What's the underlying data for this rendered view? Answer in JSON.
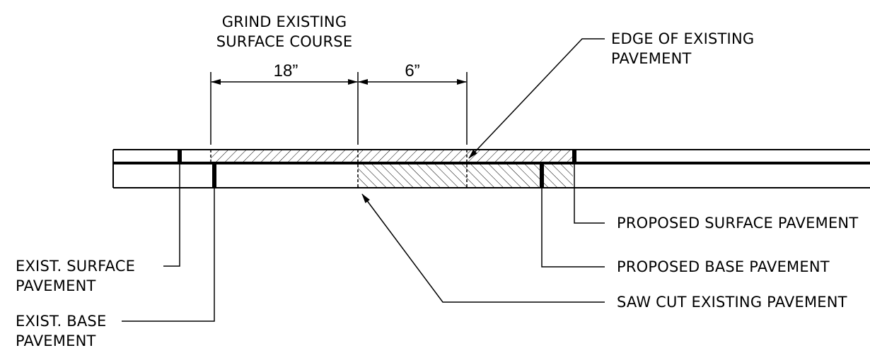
{
  "callouts": {
    "grind_line1": "GRIND EXISTING",
    "grind_line2": "SURFACE COURSE",
    "dim_18": "18”",
    "dim_6": "6”",
    "edge_line1": "EDGE OF EXISTING",
    "edge_line2": "PAVEMENT",
    "proposed_surface": "PROPOSED SURFACE PAVEMENT",
    "proposed_base": "PROPOSED BASE PAVEMENT",
    "saw_cut": "SAW CUT EXISTING PAVEMENT",
    "exist_surface_line1": "EXIST. SURFACE",
    "exist_surface_line2": "PAVEMENT",
    "exist_base_line1": "EXIST. BASE",
    "exist_base_line2": "PAVEMENT"
  }
}
